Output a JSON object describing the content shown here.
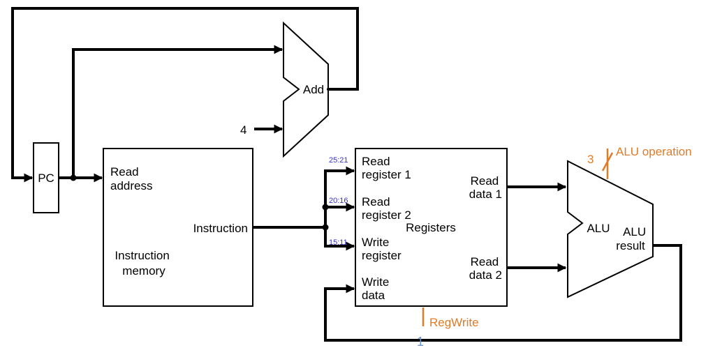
{
  "colors": {
    "wire": "#000000",
    "control": "#e07b27",
    "bitfield": "#3333cc",
    "value": "#6b93c8"
  },
  "pc": {
    "label": "PC"
  },
  "adder": {
    "label": "Add",
    "constant": "4"
  },
  "instruction_memory": {
    "read_address": [
      "Read",
      "address"
    ],
    "instruction": "Instruction",
    "title": [
      "Instruction",
      "memory"
    ]
  },
  "registers": {
    "title": "Registers",
    "read_register_1": [
      "Read",
      "register 1"
    ],
    "read_register_2": [
      "Read",
      "register 2"
    ],
    "write_register": [
      "Write",
      "register"
    ],
    "write_data": [
      "Write",
      "data"
    ],
    "read_data_1": [
      "Read",
      "data 1"
    ],
    "read_data_2": [
      "Read",
      "data 2"
    ]
  },
  "bit_fields": [
    "25:21",
    "20:16",
    "15:11"
  ],
  "alu": {
    "label": "ALU",
    "result": [
      "ALU",
      "result"
    ],
    "operation_label": "ALU operation",
    "operation_width": "3"
  },
  "control": {
    "regwrite_label": "RegWrite",
    "regwrite_value": "1"
  }
}
